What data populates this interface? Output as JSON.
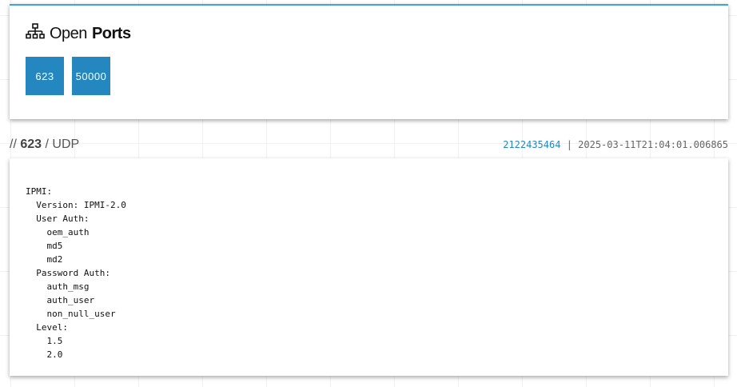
{
  "ports_card": {
    "title_light": "Open",
    "title_bold": "Ports",
    "icon": "sitemap-icon",
    "ports": [
      "623",
      "50000"
    ]
  },
  "service": {
    "prefix": "//",
    "port": "623",
    "separator": "/",
    "protocol": "UDP",
    "hash": "2122435464",
    "divider": "|",
    "timestamp": "2025-03-11T21:04:01.006865",
    "banner": "IPMI:\n  Version: IPMI-2.0\n  User Auth:\n    oem_auth\n    md5\n    md2\n  Password Auth:\n    auth_msg\n    auth_user\n    non_null_user\n  Level:\n    1.5\n    2.0"
  },
  "colors": {
    "accent": "#2487c0",
    "top_border": "#3fa3dd"
  }
}
